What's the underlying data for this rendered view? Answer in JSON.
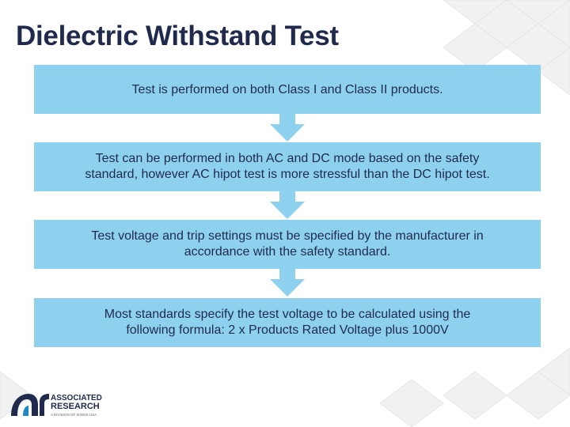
{
  "slide": {
    "title": "Dielectric Withstand Test",
    "steps": [
      {
        "line1": "Test is performed on both Class I and Class II products.",
        "line2": ""
      },
      {
        "line1": "Test can be performed in both AC and DC mode based on the safety",
        "line2": "standard, however AC hipot test is more stressful than the DC hipot test."
      },
      {
        "line1": "Test voltage and trip settings must be specified by the manufacturer in",
        "line2": "accordance with the safety standard."
      },
      {
        "line1": "Most standards specify the test voltage to be calculated using the",
        "line2": "following formula: 2 x Products Rated Voltage plus 1000V"
      }
    ]
  },
  "logo": {
    "line1": "ASSOCIATED",
    "line2": "RESEARCH",
    "tagline": "A DIVISION OF IKONIX USA"
  },
  "colors": {
    "box_fill": "#8dd1ee",
    "text": "#1f2a4d",
    "logo_blue": "#1e88c8"
  }
}
